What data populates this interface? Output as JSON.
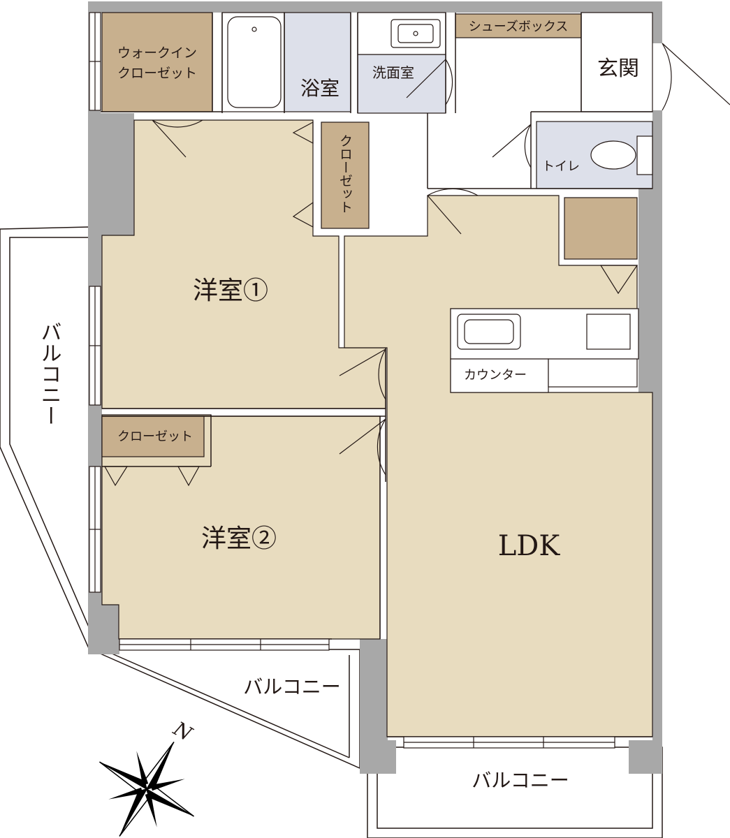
{
  "rooms": {
    "walk_in_closet_line1": "ウォークイン",
    "walk_in_closet_line2": "クローゼット",
    "bath": "浴室",
    "washroom": "洗面室",
    "shoe_box": "シューズボックス",
    "entrance": "玄関",
    "toilet": "トイレ",
    "closet_vertical": "クローゼット",
    "western_room_1": "洋室①",
    "western_room_2": "洋室②",
    "closet_room2": "クローゼット",
    "counter": "カウンター",
    "ldk": "LDK"
  },
  "balconies": {
    "left": "バルコニー",
    "bottom_middle": "バルコニー",
    "bottom_right": "バルコニー"
  },
  "compass": {
    "north_label": "N"
  },
  "colors": {
    "room_floor": "#e8dcbf",
    "storage": "#c8b08e",
    "wet_area": "#dde0ea",
    "wall": "#a8a8a8",
    "line": "#231815"
  }
}
